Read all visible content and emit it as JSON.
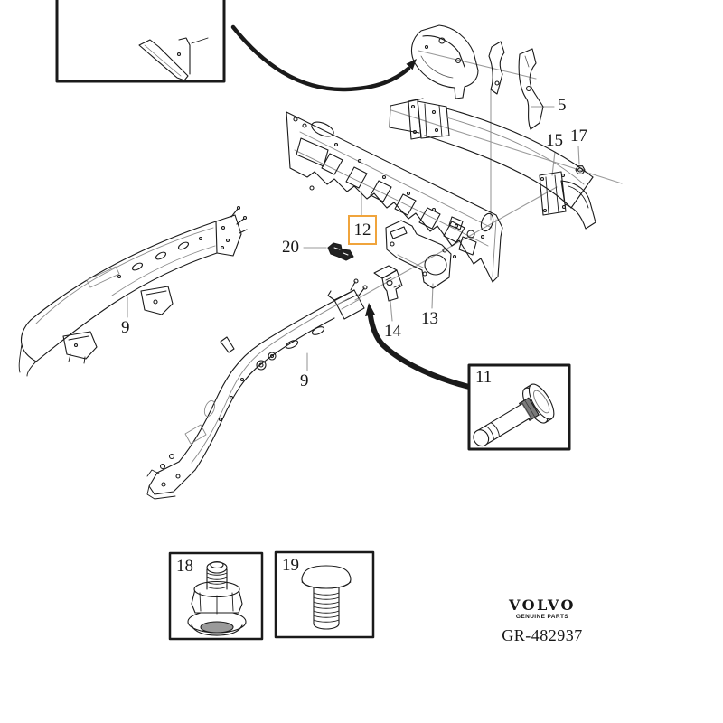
{
  "figure": {
    "bg": "#ffffff",
    "ink": "#1a1a1a",
    "leader_color": "#9a9a9a",
    "highlight_border": "#f0a43c"
  },
  "callouts": {
    "c5": {
      "label": "5"
    },
    "c9a": {
      "label": "9"
    },
    "c9b": {
      "label": "9"
    },
    "c11": {
      "label": "11"
    },
    "c12": {
      "label": "12"
    },
    "c13": {
      "label": "13"
    },
    "c14": {
      "label": "14"
    },
    "c15": {
      "label": "15"
    },
    "c17": {
      "label": "17"
    },
    "c18": {
      "label": "18"
    },
    "c19": {
      "label": "19"
    },
    "c20": {
      "label": "20"
    }
  },
  "branding": {
    "brand": "VOLVO",
    "tagline": "GENUINE PARTS",
    "reference": "GR-482937"
  }
}
